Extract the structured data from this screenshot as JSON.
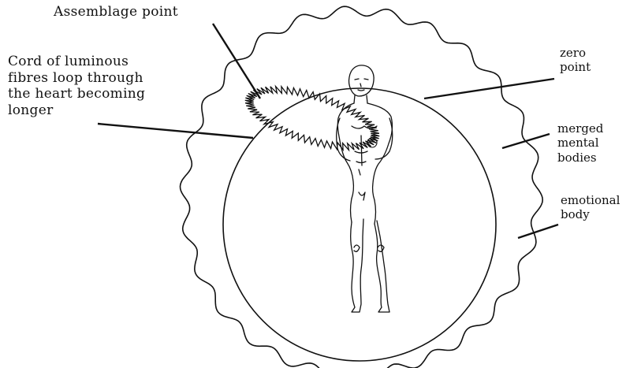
{
  "labels": {
    "assemblage_point": "Assemblage point",
    "cord": [
      "Cord of luminous",
      "fibres loop through",
      "the heart becoming",
      "longer"
    ],
    "zero_point": [
      "zero",
      "point"
    ],
    "merged_mental_bodies": [
      "merged",
      "mental",
      "bodies"
    ],
    "emotional_body": [
      "emotional",
      "body"
    ]
  },
  "colors": {
    "ink": "#111111",
    "background": "#ffffff"
  },
  "icons": {
    "figure": "standing-human-figure",
    "loop": "zigzag-fibre-loop"
  }
}
